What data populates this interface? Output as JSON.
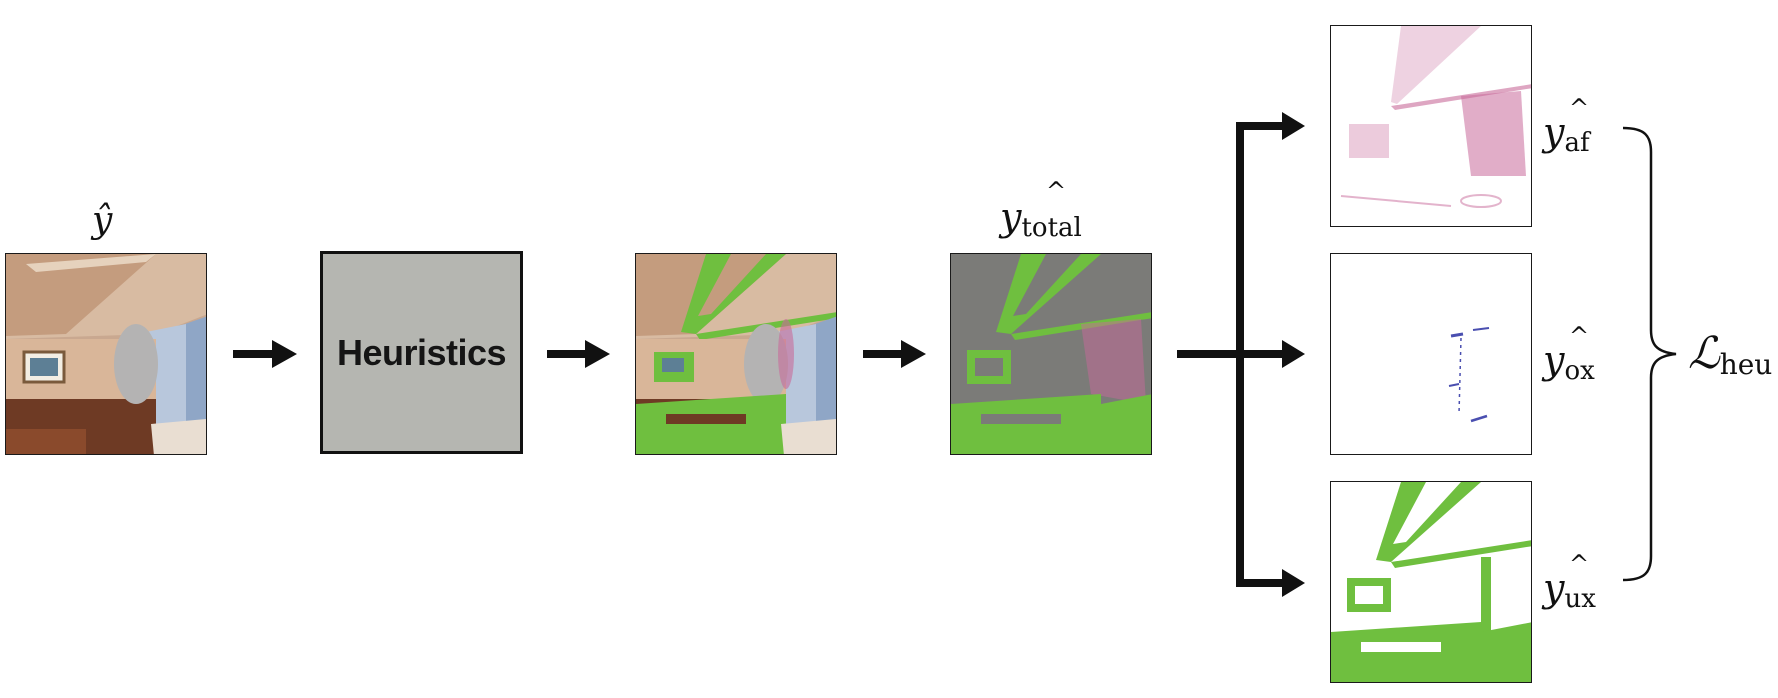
{
  "labels": {
    "input": "ŷ",
    "heuristics": "Heuristics",
    "total_main": "y",
    "total_sub": "total",
    "af_main": "y",
    "af_sub": "af",
    "ox_main": "y",
    "ox_sub": "ox",
    "ux_main": "y",
    "ux_sub": "ux",
    "loss_main": "ℒ",
    "loss_sub": "heu",
    "hat": "^"
  },
  "colors": {
    "arrow": "#111111",
    "heuristics_fill": "#b5b6b1",
    "overlay_green": "#6fbf3f",
    "overlay_pink": "#c86a9a",
    "overlay_blue": "#4a4fb0",
    "total_gray": "#7b7b78"
  }
}
